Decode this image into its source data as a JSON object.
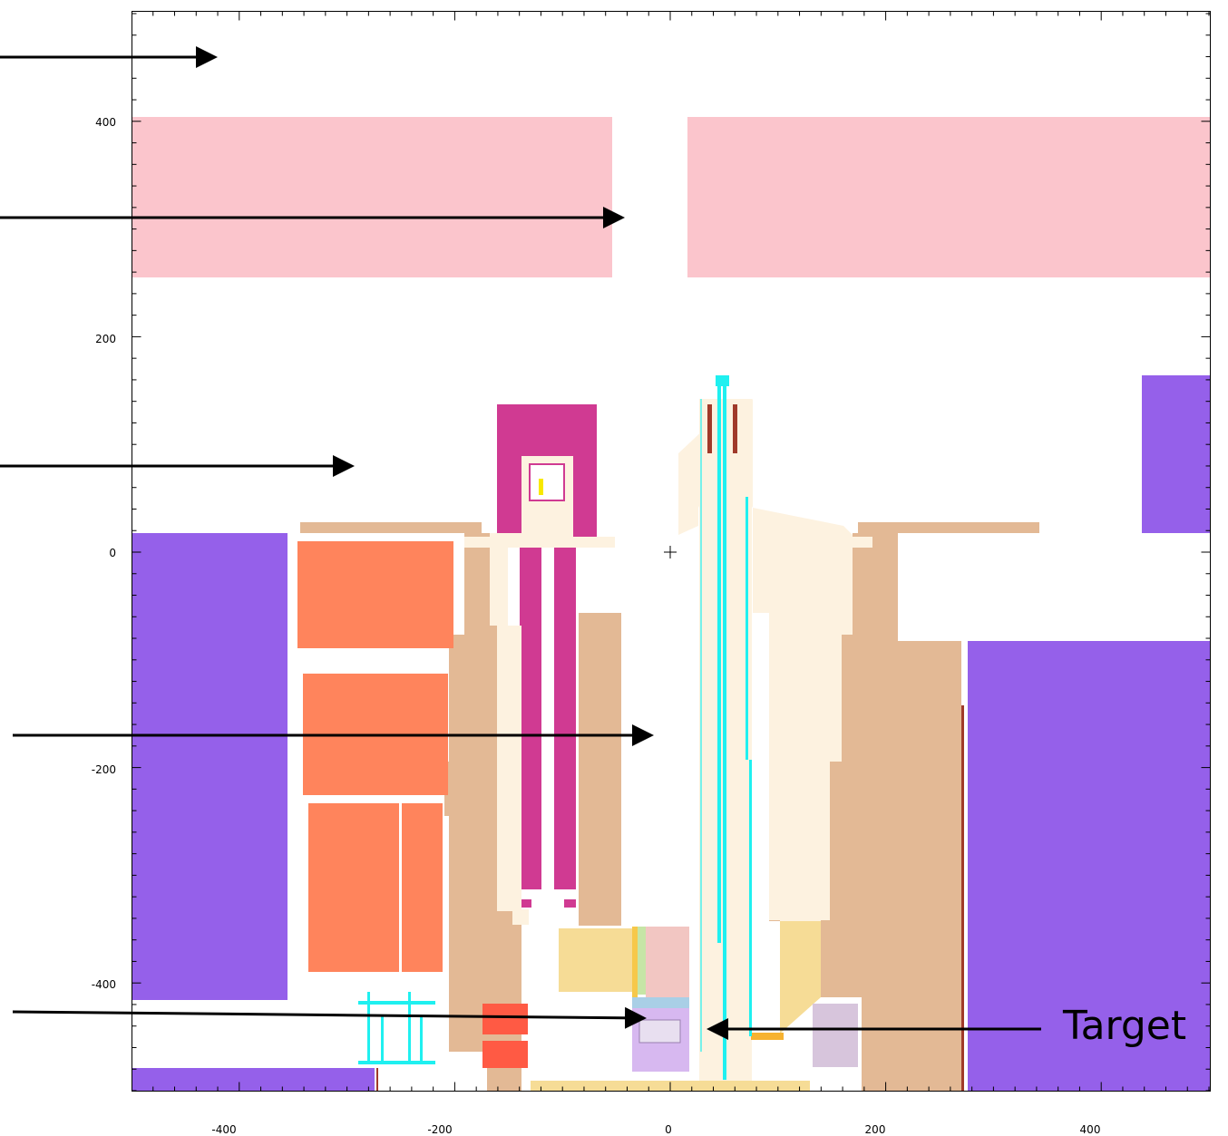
{
  "diagram": {
    "annotation_target": "Target",
    "x_ticks": [
      "-400",
      "-200",
      "0",
      "200",
      "400"
    ],
    "y_ticks": [
      "400",
      "200",
      "0",
      "-200",
      "-400"
    ],
    "colors": {
      "frame": "#000000",
      "pink_shield": "#fbc5cc",
      "purple_block": "#9560ea",
      "magenta": "#d03a92",
      "tan": "#e3b995",
      "coral": "#ff845c",
      "red": "#ff5a44",
      "cream": "#fdf2e0",
      "khaki": "#f6dc96",
      "cyan": "#1ff0f0",
      "lavender": "#d7c5dc",
      "dark_red": "#a03a2a"
    }
  }
}
